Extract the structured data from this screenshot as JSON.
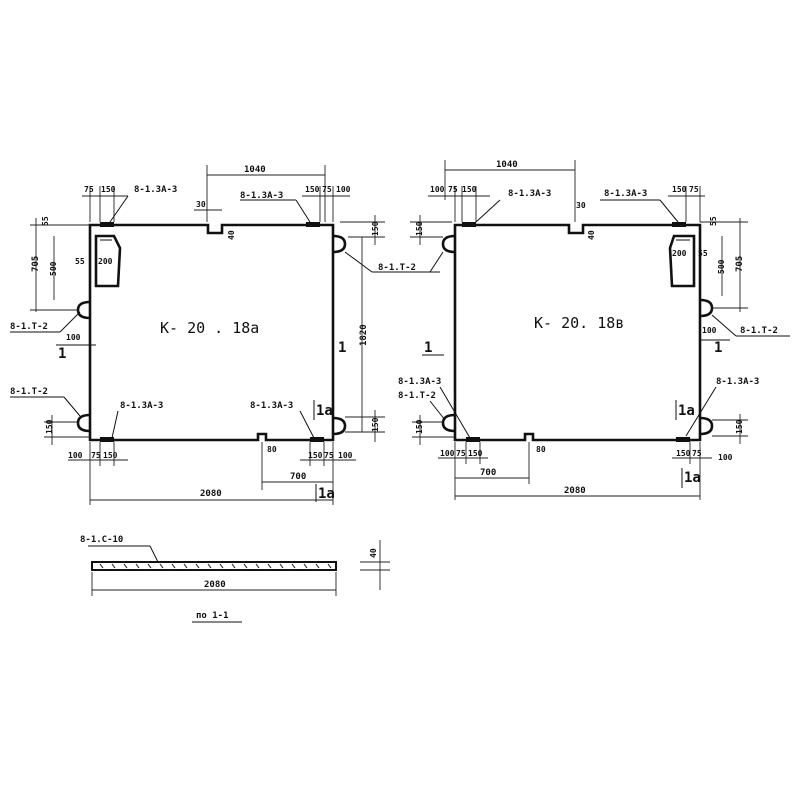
{
  "panel_a": {
    "title": "К- 20 . 18а",
    "dims": {
      "top_span": "1040",
      "d75_top": "75",
      "d150_top": "150",
      "d30": "30",
      "d40": "40",
      "d150_tr": "150",
      "d75_tr": "75",
      "d100_tr": "100",
      "d150_right": "150",
      "d1820": "1820",
      "d150_br": "150",
      "d705": "705",
      "d500": "500",
      "d55_top": "55",
      "d55": "55",
      "d200": "200",
      "d100_left": "100",
      "d150_bl": "150",
      "d100_b": "100",
      "d75_b": "75",
      "d150_b": "150",
      "d80": "80",
      "d150_b2": "150",
      "d75_b2": "75",
      "d100_b2": "100",
      "d700": "700",
      "total": "2080"
    },
    "labels": {
      "top_left": "8-1.3А-3",
      "top_right": "8-1.3А-3",
      "right": "8-1.Т-2",
      "left_upper": "8-1.Т-2",
      "left_lower": "8-1.Т-2",
      "bottom_left": "8-1.3А-3",
      "bottom_right": "8-1.3А-3",
      "section_left": "1",
      "section_right": "1",
      "section_bottom": "1а",
      "section_bottom2": "1а"
    }
  },
  "panel_b": {
    "title": "К- 20. 18в",
    "dims": {
      "top_span": "1040",
      "d100_top": "100",
      "d75_top": "75",
      "d150_top": "150",
      "d30": "30",
      "d40": "40",
      "d150_left": "150",
      "d150_tr": "150",
      "d75_tr": "75",
      "d55_top": "55",
      "d705": "705",
      "d500": "500",
      "d200": "200",
      "d55": "55",
      "d100_right": "100",
      "d150_bl": "150",
      "d100_b": "100",
      "d75_b": "75",
      "d150_b": "150",
      "d80": "80",
      "d700": "700",
      "d150_br": "150",
      "d75_br": "75",
      "d150_right": "150",
      "d100_br2": "100",
      "total": "2080"
    },
    "labels": {
      "top_left": "8-1.3А-3",
      "top_right": "8-1.3А-3",
      "left": "8-1.Т-2",
      "right": "8-1.Т-2",
      "bottom_left_a": "8-1.3А-3",
      "bottom_left_b": "8-1.Т-2",
      "bottom_right": "8-1.3А-3",
      "section_left": "1",
      "section_right": "1",
      "section_bottom": "1а",
      "section_bottom2": "1а"
    }
  },
  "section": {
    "bar_label": "8-1.С-10",
    "length": "2080",
    "height": "40",
    "caption": "по 1-1"
  }
}
